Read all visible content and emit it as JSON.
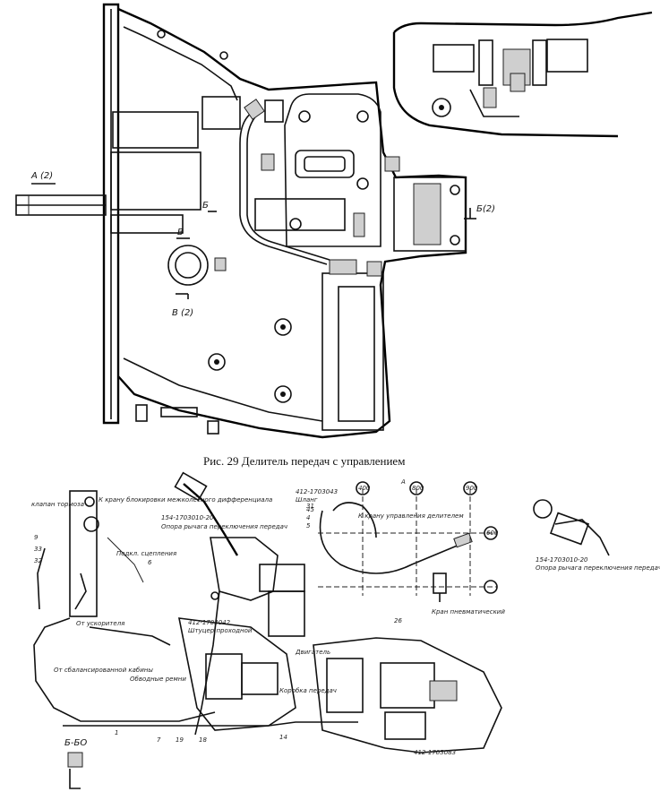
{
  "caption": "Рис. 29 Делитель передач с управлением",
  "upper_labels": {
    "section_a": "A (2)",
    "section_b_small": "Б",
    "section_v_small": "В",
    "section_v": "В (2)",
    "section_b": "Б(2)"
  },
  "lower_labels": {
    "top_left": "клапан тормоза",
    "k_kranu": "К крану блокировки межколёсного дифференциала",
    "ref1": "154-1703010-20",
    "ref1_sub": "Опора рычага переключения передач",
    "podkl_sc": "Подкл. сцепления",
    "ref2": "412-1703043",
    "ref2_sub": "Шланг",
    "k_kranu_delit": "К крану управления делителем",
    "num_45": "45",
    "num_4": "4",
    "num_5": "5",
    "num_31": "31",
    "kran": "Кран пневматический",
    "ref3": "154-1703010-20",
    "ref3_sub": "Опора рычага переключения передач",
    "dvigatel": "Двигатель",
    "korobka": "Коробка передач",
    "ref4": "412-1703042",
    "ref4_sub": "Штуцер проходной",
    "ot_uskor": "От ускорителя",
    "ot_sbal": "От сбалансированной кабины",
    "obvod": "Обводные ремни",
    "num_26": "26",
    "ref5": "412-1703083",
    "b_bo": "Б-БО",
    "n_400": "400",
    "n_800": "800",
    "n_900": "900",
    "n_600": "600",
    "n_a": "А",
    "n_6": "6",
    "n_9": "9",
    "n_7": "7",
    "n_19": "19",
    "n_18": "18",
    "n_14": "14",
    "n_1": "1",
    "n_33": "33",
    "n_32": "32"
  }
}
